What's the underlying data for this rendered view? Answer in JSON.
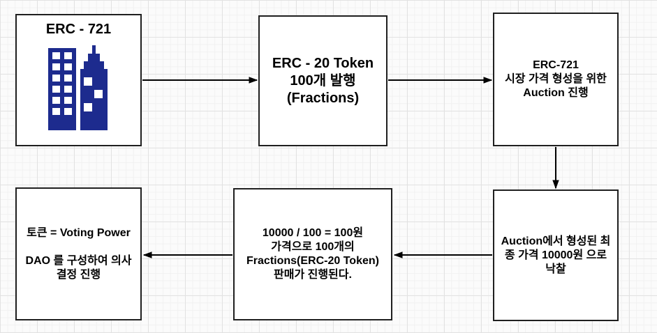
{
  "canvas": {
    "background": "#fbfbfb",
    "grid_minor_color": "#f1f1f1",
    "grid_major_color": "#e2e2e2"
  },
  "colors": {
    "node_fill": "#ffffff",
    "node_border": "#1f1f1f",
    "arrow": "#000000",
    "text": "#000000",
    "building_blue": "#1d2b8e"
  },
  "nodes": {
    "erc721": {
      "title": "ERC - 721",
      "icon": "buildings-icon"
    },
    "erc20_mint": {
      "text": "ERC - 20 Token\n100개 발행\n(Fractions)"
    },
    "auction": {
      "text": "ERC-721\n시장 가격 형성을 위한\nAuction 진행"
    },
    "auction_result": {
      "text": "Auction에서 형성된 최\n종 가격 10000원 으로\n낙찰"
    },
    "fraction_sale": {
      "text": "10000 / 100 = 100원\n가격으로 100개의\nFractions(ERC-20 Token)\n판매가 진행된다."
    },
    "dao": {
      "text": "토큰 = Voting Power\n\nDAO 를 구성하여 의사\n결정 진행"
    }
  },
  "flow": [
    {
      "from": "erc721",
      "to": "erc20_mint"
    },
    {
      "from": "erc20_mint",
      "to": "auction"
    },
    {
      "from": "auction",
      "to": "auction_result"
    },
    {
      "from": "auction_result",
      "to": "fraction_sale"
    },
    {
      "from": "fraction_sale",
      "to": "dao"
    }
  ]
}
